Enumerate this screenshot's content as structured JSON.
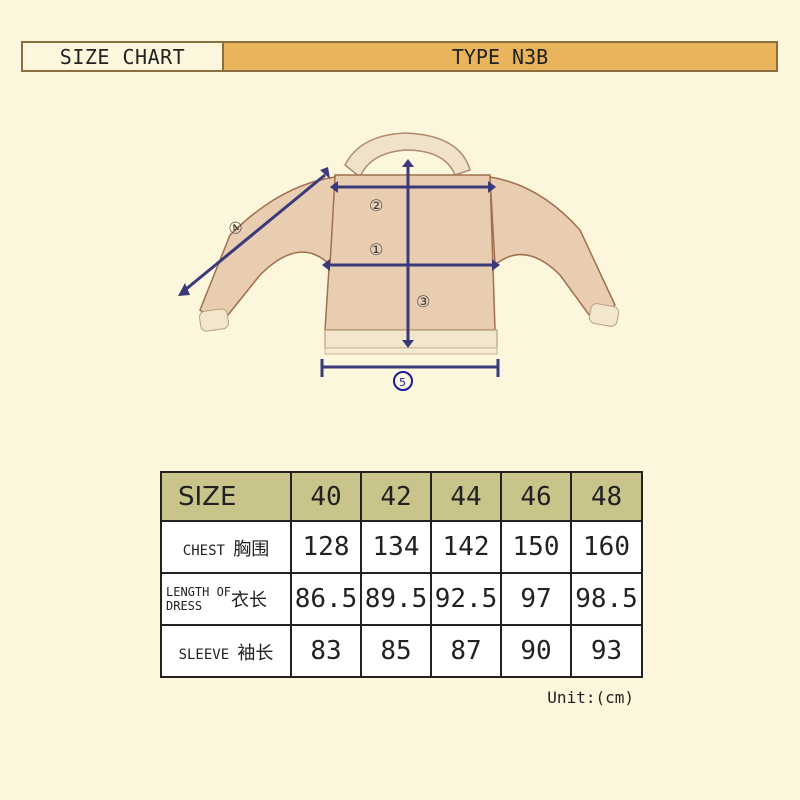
{
  "header": {
    "left_title": "SIZE CHART",
    "right_title": "TYPE N3B"
  },
  "diagram": {
    "markers": [
      "①",
      "②",
      "③",
      "④",
      "⑤"
    ]
  },
  "table": {
    "head_label": "SIZE",
    "sizes": [
      "40",
      "42",
      "44",
      "46",
      "48"
    ],
    "rows": [
      {
        "label_en": "CHEST",
        "label_cn": "胸围",
        "values": [
          "128",
          "134",
          "142",
          "150",
          "160"
        ]
      },
      {
        "label_en_1": "LENGTH OF",
        "label_en_2": "DRESS",
        "label_cn": "衣长",
        "values": [
          "86.5",
          "89.5",
          "92.5",
          "97",
          "98.5"
        ]
      },
      {
        "label_en": "SLEEVE",
        "label_cn": "袖长",
        "values": [
          "83",
          "85",
          "87",
          "90",
          "93"
        ]
      }
    ]
  },
  "unit": "Unit:(cm)",
  "colors": {
    "background": "#fcf6dc",
    "header_accent": "#e9b45c",
    "table_head": "#c8c48a",
    "measure_line": "#3a3a7a",
    "marker_5": "#1a1aa0"
  }
}
